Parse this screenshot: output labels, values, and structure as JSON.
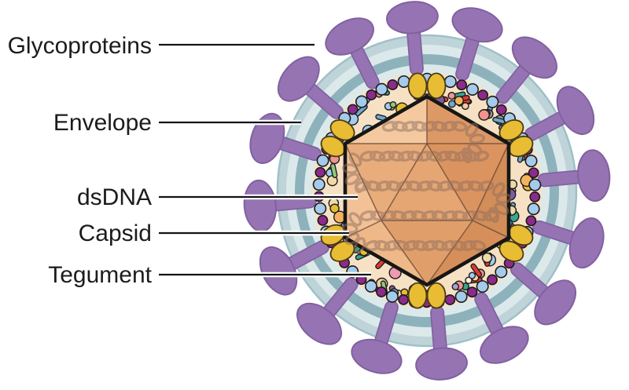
{
  "labels": {
    "glycoproteins": "Glycoproteins",
    "envelope": "Envelope",
    "dsdna": "dsDNA",
    "capsid": "Capsid",
    "tegument": "Tegument"
  },
  "virion": {
    "glycoprotein_count": 16,
    "membrane_bead_count": 58,
    "tegument_particle_count": 112,
    "capsid_vertex_portal_pairs": 6,
    "colors": {
      "background": "#ffffff",
      "label_text": "#1c1c1c",
      "leader_line": "#141414",
      "spike_fill": "#9674b4",
      "spike_outline": "#82619f",
      "envelope_outer": "#bfd4d9",
      "envelope_outer_edge": "#9fc0c7",
      "envelope_light": "#dce9ea",
      "envelope_dark": "#8db2bb",
      "tegument_fill": "#f7e1c4",
      "bead_blue": "#a5cbec",
      "bead_purple": "#8c2b8c",
      "bead_outline": "#1a1a1a",
      "particle_outline": "#1c1c1c",
      "portal_gold": "#e8bd33",
      "portal_outline": "#4a3a16",
      "capsid_outline": "#161616",
      "capsid_facet_line": "#6b4a33",
      "capsid_faces": [
        "#f4c9a0",
        "#dd9965",
        "#e9ad7c",
        "#f2c196",
        "#e5a673",
        "#db9460",
        "#d28d58",
        "#eeb888",
        "#e09f6a",
        "#d68f5a"
      ],
      "dna_rope": "#8f6e5f"
    },
    "particle_fills": [
      "#a5cbec",
      "#a5cbec",
      "#a79fd8",
      "#f2938f",
      "#f6b35e",
      "#f6b35e",
      "#8fc97c",
      "#36a68f",
      "#e03a33",
      "#9b9b9b",
      "#8c2b8c",
      "#6fa8d2",
      "#f4c9a3",
      "#f0d9a8",
      "#ef9ab0",
      "#7f5aa5",
      "#e8bd33",
      "#f7eedd",
      "#a5cbec"
    ],
    "rod_fills": [
      "#6fa8d2",
      "#e03a33",
      "#36a68f",
      "#8fc97c",
      "#6fa8d2",
      "#6fa8d2"
    ]
  }
}
